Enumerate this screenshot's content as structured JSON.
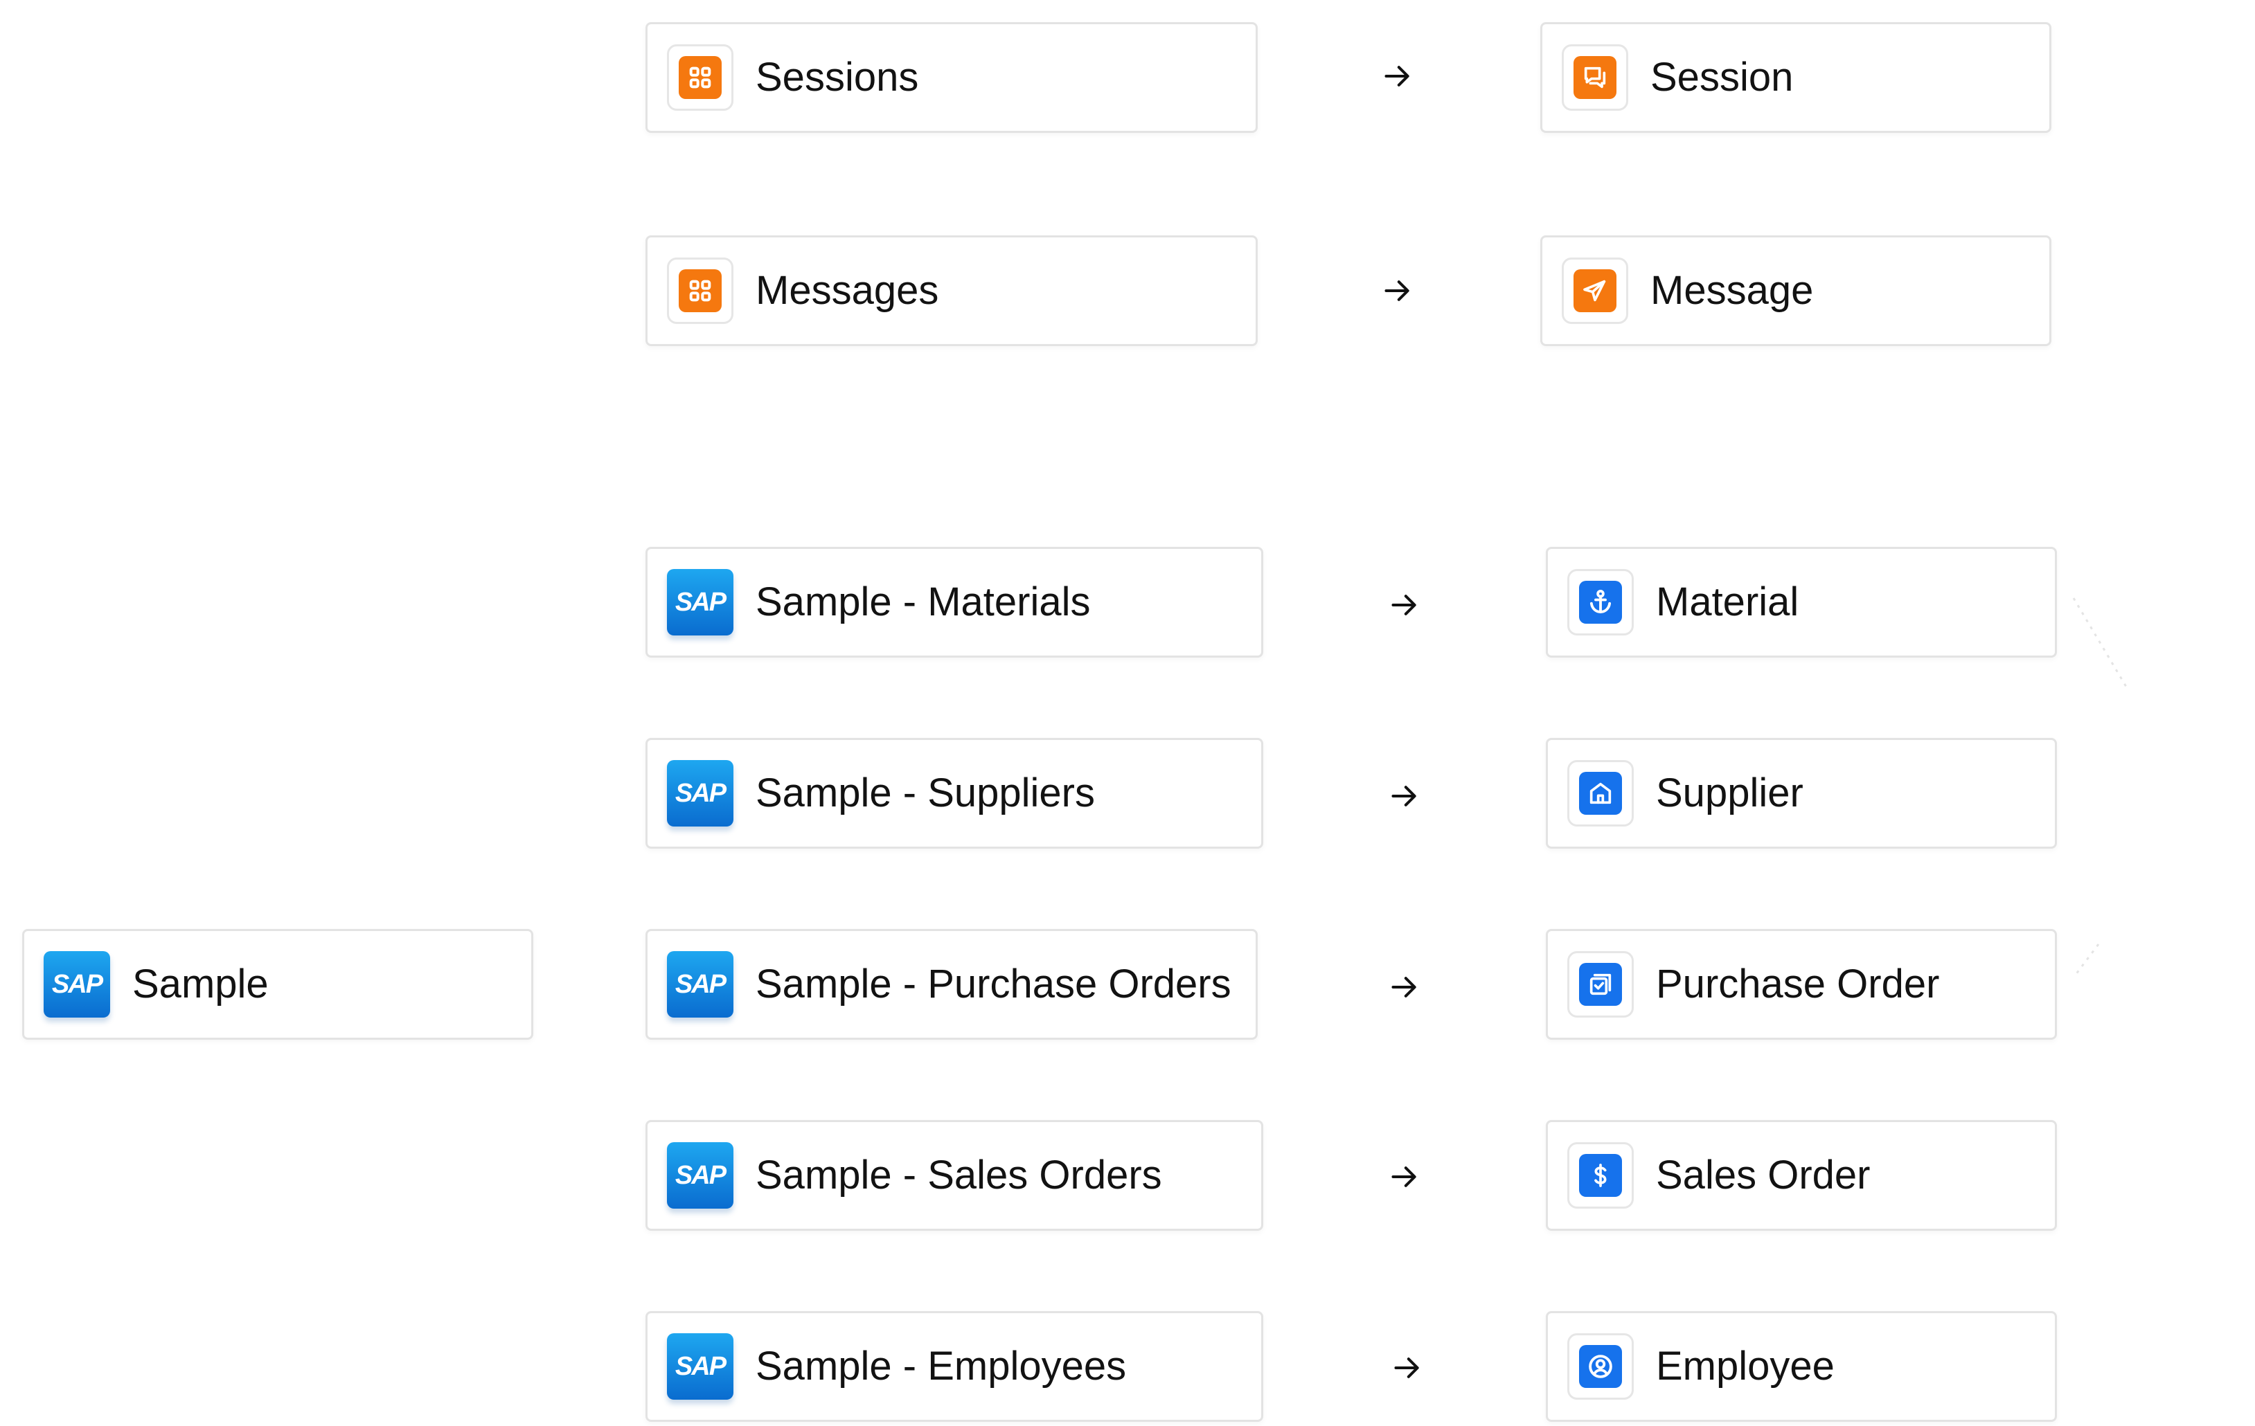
{
  "root": {
    "label": "Sample",
    "icon": "sap-logo"
  },
  "sources": [
    {
      "label": "Sessions",
      "icon": "grid-icon"
    },
    {
      "label": "Messages",
      "icon": "grid-icon"
    },
    {
      "label": "Sample - Materials",
      "icon": "sap-logo"
    },
    {
      "label": "Sample - Suppliers",
      "icon": "sap-logo"
    },
    {
      "label": "Sample - Purchase Orders",
      "icon": "sap-logo"
    },
    {
      "label": "Sample - Sales Orders",
      "icon": "sap-logo"
    },
    {
      "label": "Sample - Employees",
      "icon": "sap-logo"
    }
  ],
  "targets": [
    {
      "label": "Session",
      "icon": "chat-icon"
    },
    {
      "label": "Message",
      "icon": "send-icon"
    },
    {
      "label": "Material",
      "icon": "anchor-icon"
    },
    {
      "label": "Supplier",
      "icon": "home-icon"
    },
    {
      "label": "Purchase Order",
      "icon": "checklist-icon"
    },
    {
      "label": "Sales Order",
      "icon": "dollar-icon"
    },
    {
      "label": "Employee",
      "icon": "user-icon"
    }
  ],
  "logo_text": "SAP",
  "colors": {
    "orange": "#f5780f",
    "blue": "#1672ec",
    "sap_top": "#1ea7f0",
    "sap_bottom": "#0a6ccf",
    "border": "#e3e3e3"
  }
}
